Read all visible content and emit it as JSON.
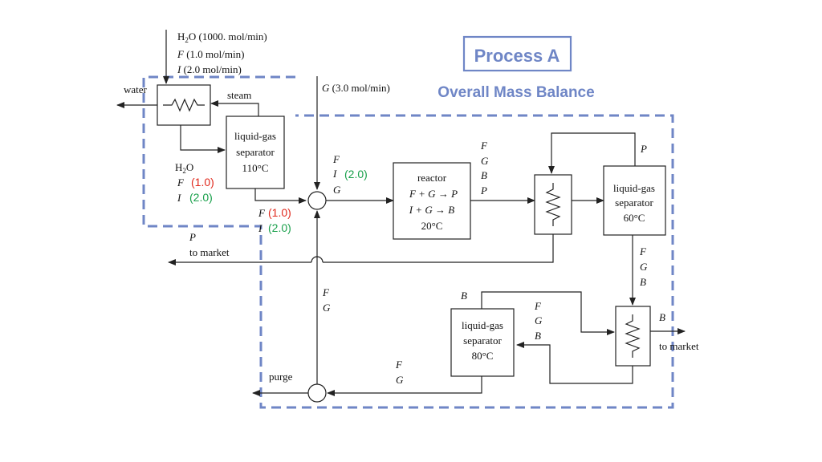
{
  "header": {
    "title": "Process A",
    "subtitle": "Overall Mass Balance"
  },
  "colors": {
    "accent": "#6f86c6",
    "red": "#e0281c",
    "green": "#19a04b",
    "line": "#222222"
  },
  "feeds": {
    "feed1_line1_a": "H",
    "feed1_line1_sub": "2",
    "feed1_line1_b": "O (1000. mol/min)",
    "feed1_line2_sym": "F",
    "feed1_line2": " (1.0 mol/min)",
    "feed1_line3_sym": "I",
    "feed1_line3": " (2.0 mol/min)",
    "g_feed_sym": "G",
    "g_feed": " (3.0 mol/min)"
  },
  "labels": {
    "water": "water",
    "steam": "steam",
    "h2o_a": "H",
    "h2o_sub": "2",
    "h2o_b": "O",
    "F": "F",
    "I": "I",
    "G": "G",
    "B": "B",
    "P": "P",
    "to_market": "to market",
    "purge": "purge"
  },
  "values": {
    "sep1_F": "(1.0)",
    "sep1_I": "(2.0)",
    "mix_F": "(1.0)",
    "mix_I": "(2.0)",
    "mixout_I": "(2.0)"
  },
  "units": {
    "sep1": [
      "liquid-gas",
      "separator",
      "110°C"
    ],
    "reactor": [
      "reactor",
      "F + G → P",
      "I + G → B",
      "20°C"
    ],
    "sep2": [
      "liquid-gas",
      "separator",
      "60°C"
    ],
    "sep3": [
      "liquid-gas",
      "separator",
      "80°C"
    ]
  }
}
